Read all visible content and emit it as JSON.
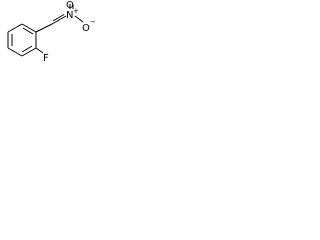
{
  "molecule": {
    "atoms": {
      "fluorine": "F",
      "nitrogen": "N",
      "oxygen_top": "O",
      "oxygen_right": "O"
    },
    "charges": {
      "nitrogen": "+",
      "oxygen_right": "−"
    }
  },
  "colors": {
    "background": "#ffffff",
    "ink": "#000000"
  }
}
